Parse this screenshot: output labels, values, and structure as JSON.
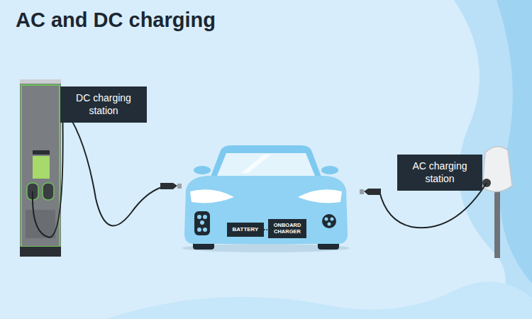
{
  "diagram": {
    "title": "AC and DC charging",
    "nodes": [
      {
        "text": [
          "DC charging station"
        ]
      },
      {
        "text": [
          "BATTERY"
        ]
      },
      {
        "text": [
          "ONBOARD CHARGER"
        ]
      },
      {
        "text": [
          "AC charging station"
        ]
      }
    ],
    "edges": [
      {
        "from": 1,
        "to": 2,
        "arrow": "none"
      }
    ]
  }
}
